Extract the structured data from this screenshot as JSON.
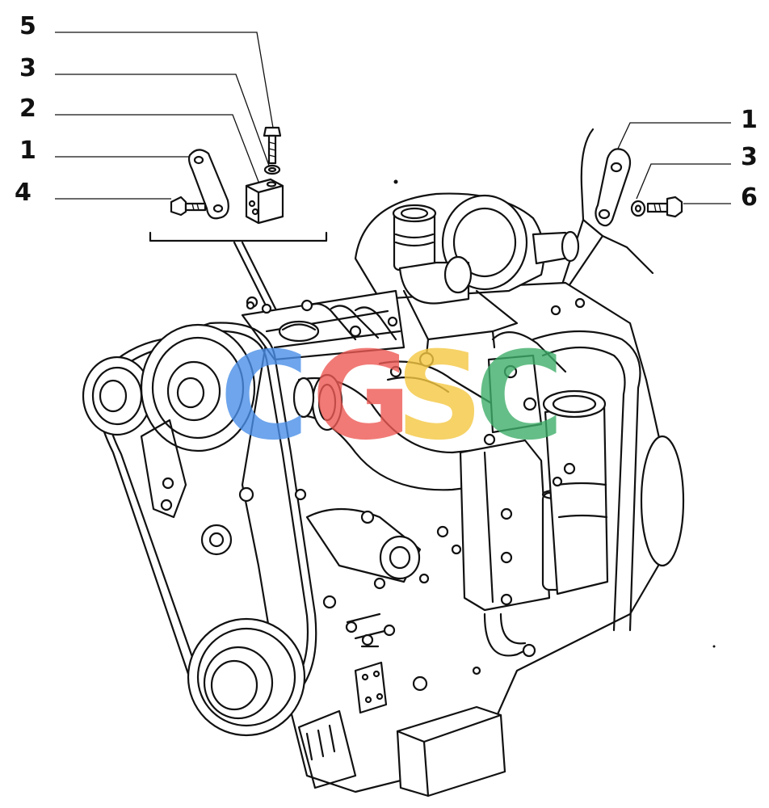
{
  "callouts_left": [
    {
      "id": "5",
      "label": "5"
    },
    {
      "id": "3",
      "label": "3"
    },
    {
      "id": "2",
      "label": "2"
    },
    {
      "id": "1",
      "label": "1"
    },
    {
      "id": "4",
      "label": "4"
    }
  ],
  "callouts_right": [
    {
      "id": "1",
      "label": "1"
    },
    {
      "id": "3",
      "label": "3"
    },
    {
      "id": "6",
      "label": "6"
    }
  ],
  "watermark": {
    "letters": [
      "C",
      "G",
      "S",
      "C"
    ],
    "colors": [
      "#4a8fe8",
      "#ee5a54",
      "#f5c842",
      "#3fae6a"
    ]
  }
}
